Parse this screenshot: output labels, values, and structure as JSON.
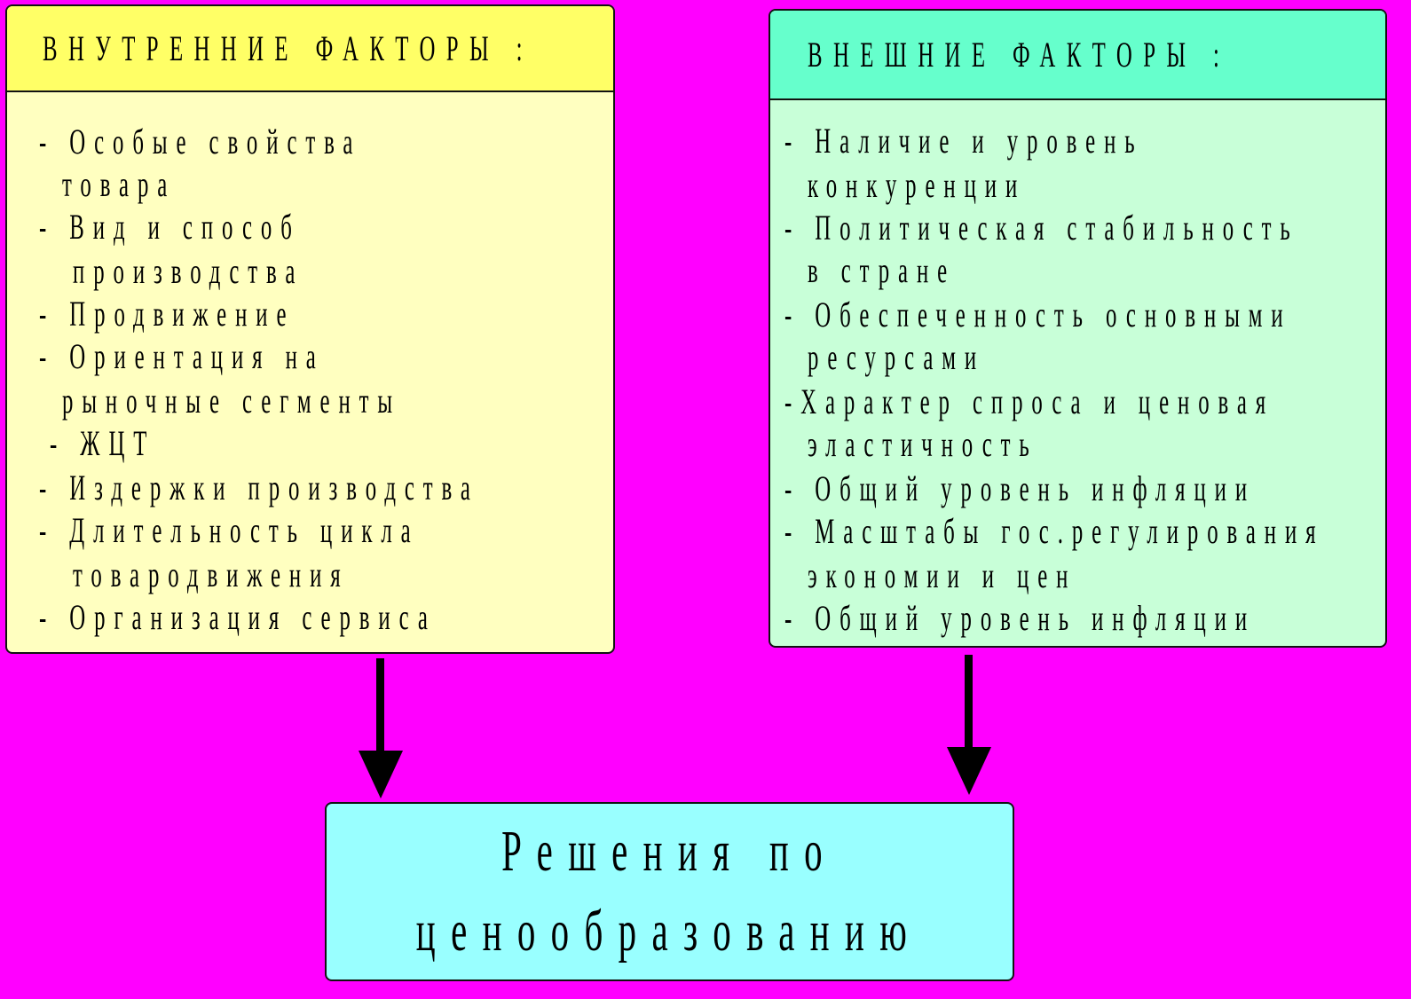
{
  "internal": {
    "title": "ВНУТРЕННИЕ ФАКТОРЫ :",
    "lines": [
      "- Особые свойства",
      "товара",
      "- Вид и способ",
      "производства",
      "- Продвижение",
      "- Ориентация на",
      "рыночные сегменты",
      "- ЖЦТ",
      "- Издержки производства",
      "- Длительность цикла",
      "товародвижения",
      "- Организация сервиса"
    ]
  },
  "external": {
    "title": "ВНЕШНИЕ ФАКТОРЫ :",
    "lines": [
      "- Наличие и уровень",
      "конкуренции",
      "- Политическая стабильность",
      "в стране",
      "- Обеспеченность основными",
      "ресурсами",
      "-Характер спроса и ценовая",
      "эластичность",
      "- Общий уровень инфляции",
      "- Масштабы гос.регулирования",
      "экономии и цен",
      "- Общий уровень инфляции"
    ]
  },
  "result": {
    "line1": "Решения по",
    "line2": "ценообразованию"
  },
  "colors": {
    "background": "#ff00ff",
    "internal_header": "#ffff66",
    "internal_body": "#ffffc0",
    "external_header": "#66ffcc",
    "external_body": "#c8ffd8",
    "result_box": "#99ffff"
  }
}
